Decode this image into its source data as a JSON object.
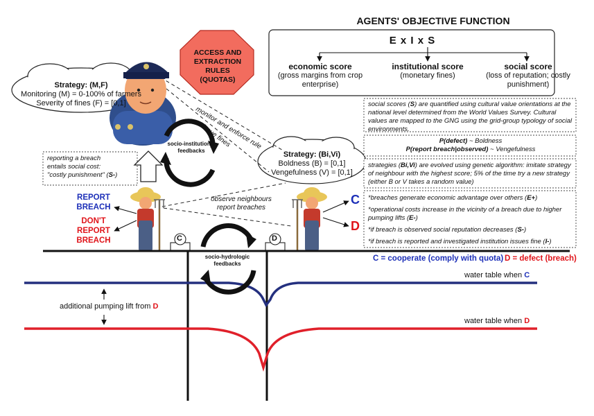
{
  "title": "AGENTS' OBJECTIVE FUNCTION",
  "formula": "E x I x S",
  "scores": [
    {
      "name": "economic score",
      "desc": "(gross margins from crop enterprise)"
    },
    {
      "name": "institutional score",
      "desc": "(monetary fines)"
    },
    {
      "name": "social score",
      "desc": "(loss of reputation; costly punishment)"
    }
  ],
  "quota_sign": "ACCESS AND EXTRACTION RULES (QUOTAS)",
  "officer_cloud": {
    "heading": "Strategy: (M,F)",
    "line1": "Monitoring (M) = 0-100% of farmers",
    "line2": "Severity of fines (F) = [0,1]"
  },
  "farmer_cloud": {
    "heading": "Strategy: (Bi,Vi)",
    "line1": "Boldness (B) = [0,1]",
    "line2": "Vengefulness (V) = [0,1]"
  },
  "monitor_label": "monitor and enforce rule",
  "fines_label": "issue fines",
  "observe_label_1": "observe neighbours",
  "observe_label_2": "report breaches",
  "reporting_note": {
    "line1": "reporting a breach",
    "line2": "entails social cost:",
    "line3_pre": "\"costly punishment\" (",
    "line3_bold": "S-",
    "line3_post": ")"
  },
  "social_note": {
    "pre": "social scores (",
    "bold": "S",
    "post": ") are quantified using cultural value orientations at the national level determined from the World Values Survey. Cultural values are mapped to the GNG using the grid-group typology of social environments."
  },
  "prob_note": {
    "line1_bold": "P(defect)",
    "line1_rest": " ~ Boldness",
    "line2_bold": "P(report breach|observed)",
    "line2_rest": " ~ Vengefulness"
  },
  "strategy_note": {
    "pre": "strategies (",
    "bold": "Bi,Vi",
    "post": ") are evolved using genetic algorithm: imitate strategy of neighbour with the highest score; 5% of the time try a new strategy (either B or V takes a random value)"
  },
  "effects": [
    {
      "pre": "*breaches generate economic advantage over others (",
      "bold": "E+",
      "post": ")"
    },
    {
      "pre": "*operational costs increase in the vicinity of a breach due to higher pumping lifts (",
      "bold": "E-",
      "post": ")"
    },
    {
      "pre": "*if breach is observed social reputation decreases (",
      "bold": "S-",
      "post": ")"
    },
    {
      "pre": "*if breach is reported and investigated institution issues fine (",
      "bold": "I-",
      "post": ")"
    }
  ],
  "report_breach": "REPORT BREACH",
  "dont_report_breach": "DON'T REPORT BREACH",
  "choice_c": "C",
  "choice_d": "D",
  "pump_c": "C",
  "pump_d": "D",
  "socio_institutional": "socio-institutional feedbacks",
  "socio_hydrologic": "socio-hydrologic feedbacks",
  "legend_c": "C = cooperate (comply with quota)",
  "legend_d": "D = defect (breach)",
  "water_c_pre": "water table when ",
  "water_c_letter": "C",
  "water_d_pre": "water table when ",
  "water_d_letter": "D",
  "lift_pre": "additional pumping lift from ",
  "lift_letter": "D",
  "colors": {
    "cooperate": "#1c2fb8",
    "defect": "#e0141a",
    "water_c": "#24307f",
    "water_d": "#e0202a",
    "sign": "#f26c5e"
  }
}
